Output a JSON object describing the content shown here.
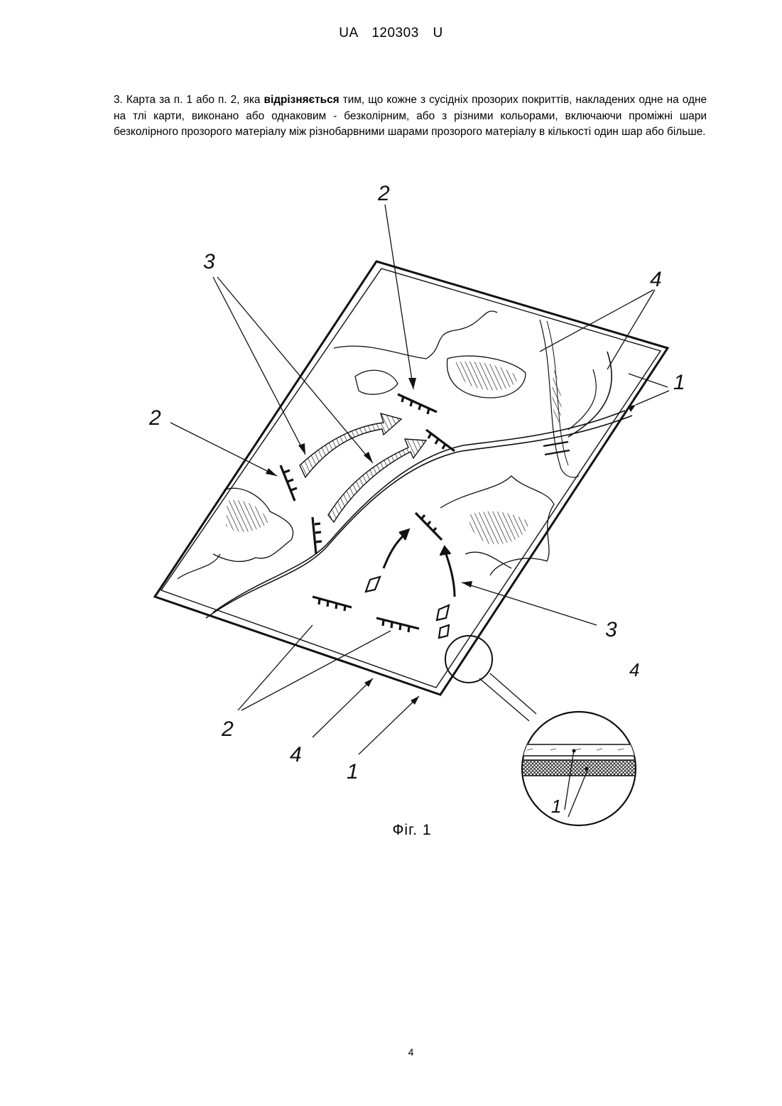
{
  "header": {
    "doc_id": "UA   120303   U"
  },
  "claim": {
    "prefix": "3. Карта за п. 1 або п. 2, яка ",
    "bold": "відрізняється",
    "suffix": " тим, що кожне з сусідніх прозорих покриттів, накладених одне на одне на тлі карти, виконано або однаковим - безколірним, або з різними кольорами, включаючи проміжні шари безколірного прозорого матеріалу між різнобарвними шарами прозорого матеріалу в кількості один шар або більше."
  },
  "figure": {
    "caption": "Фіг. 1",
    "labels": {
      "l2_top": "2",
      "l3_top": "3",
      "l4_top": "4",
      "l1_right": "1",
      "l2_left": "2",
      "l3_right": "3",
      "l2_bottom": "2",
      "l4_bottom": "4",
      "l1_bottom": "1",
      "inset_4": "4",
      "inset_1": "1"
    }
  },
  "footer": {
    "page_number": "4"
  }
}
